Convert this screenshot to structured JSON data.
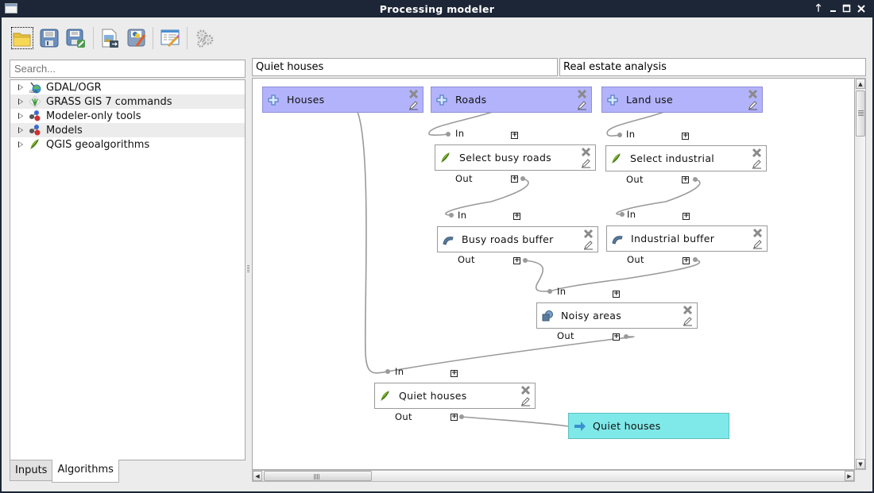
{
  "window": {
    "title": "Processing modeler",
    "controls": [
      "keep-above",
      "minimize",
      "maximize",
      "close"
    ]
  },
  "toolbar": {
    "buttons": [
      {
        "name": "open-model",
        "icon": "folder-icon"
      },
      {
        "name": "save-model",
        "icon": "floppy-icon"
      },
      {
        "name": "save-model-as",
        "icon": "floppy-edit-icon"
      },
      {
        "name": "export-image",
        "icon": "export-image-icon"
      },
      {
        "name": "export-python",
        "icon": "python-script-icon"
      },
      {
        "name": "edit-help",
        "icon": "edit-help-icon"
      },
      {
        "name": "run-model",
        "icon": "gears-icon"
      }
    ]
  },
  "left_panel": {
    "search_placeholder": "Search...",
    "tree": [
      {
        "label": "GDAL/OGR",
        "icon": "gdal-icon"
      },
      {
        "label": "GRASS GIS 7 commands",
        "icon": "grass-icon"
      },
      {
        "label": "Modeler-only tools",
        "icon": "modeler-icon"
      },
      {
        "label": "Models",
        "icon": "modeler-icon"
      },
      {
        "label": "QGIS geoalgorithms",
        "icon": "qgis-icon"
      }
    ],
    "tabs": [
      {
        "label": "Inputs",
        "active": false
      },
      {
        "label": "Algorithms",
        "active": true
      }
    ]
  },
  "model": {
    "name": "Quiet houses",
    "group": "Real estate analysis",
    "inputs": [
      {
        "label": "Houses"
      },
      {
        "label": "Roads"
      },
      {
        "label": "Land use"
      }
    ],
    "algorithms": [
      {
        "label": "Select busy roads",
        "icon": "qgis-icon",
        "in_label": "In",
        "out_label": "Out"
      },
      {
        "label": "Select industrial",
        "icon": "qgis-icon",
        "in_label": "In",
        "out_label": "Out"
      },
      {
        "label": "Busy roads buffer",
        "icon": "buffer-icon",
        "in_label": "In",
        "out_label": "Out"
      },
      {
        "label": "Industrial buffer",
        "icon": "buffer-icon",
        "in_label": "In",
        "out_label": "Out"
      },
      {
        "label": "Noisy areas",
        "icon": "difference-icon",
        "in_label": "In",
        "out_label": "Out"
      },
      {
        "label": "Quiet houses",
        "icon": "qgis-icon",
        "in_label": "In",
        "out_label": "Out"
      }
    ],
    "outputs": [
      {
        "label": "Quiet houses"
      }
    ]
  }
}
